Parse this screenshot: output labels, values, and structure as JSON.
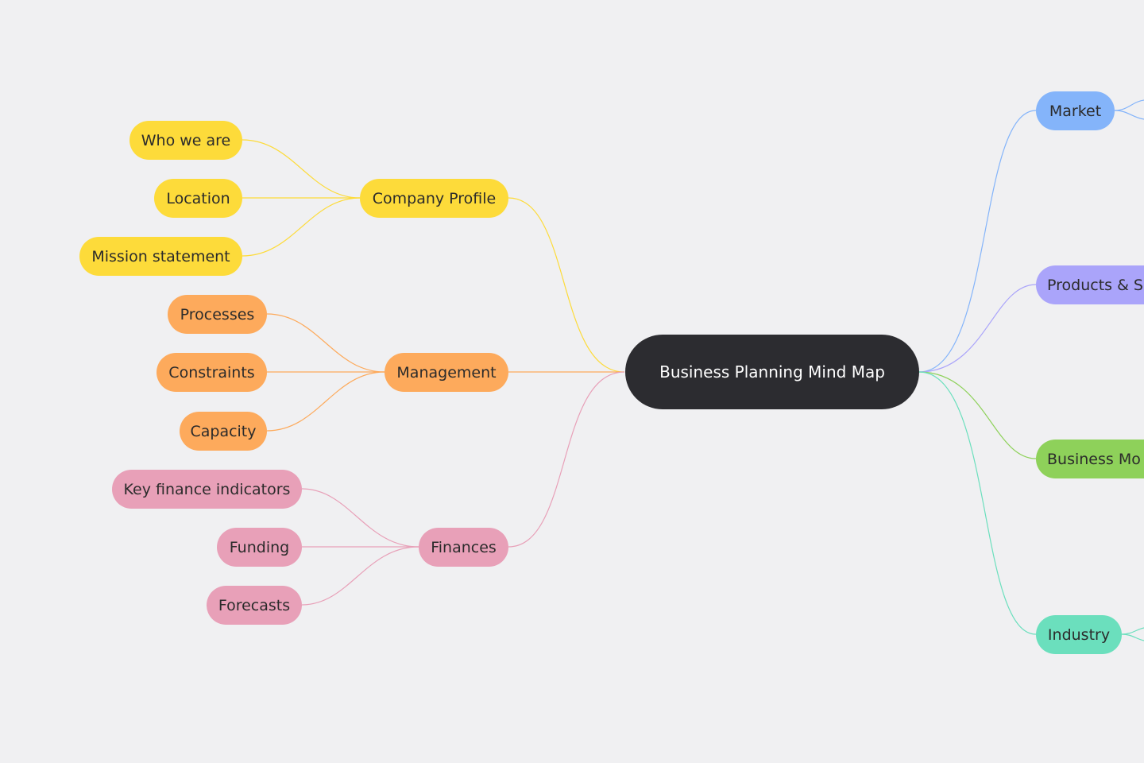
{
  "title": "Business Planning Mind Map",
  "colors": {
    "background": "#f0f0f2",
    "root": "#2c2c30",
    "company_profile": "#fddb3a",
    "management": "#fdaa5c",
    "finances": "#e8a0b8",
    "market": "#84b4fa",
    "products": "#aaa4fa",
    "business_model": "#8ed15a",
    "industry": "#6bdfbd"
  },
  "left_branches": [
    {
      "label": "Company Profile",
      "color": "#fddb3a",
      "children": [
        "Who we are",
        "Location",
        "Mission statement"
      ]
    },
    {
      "label": "Management",
      "color": "#fdaa5c",
      "children": [
        "Processes",
        "Constraints",
        "Capacity"
      ]
    },
    {
      "label": "Finances",
      "color": "#e8a0b8",
      "children": [
        "Key finance indicators",
        "Funding",
        "Forecasts"
      ]
    }
  ],
  "right_branches": [
    {
      "label": "Market",
      "color": "#84b4fa"
    },
    {
      "label": "Products & S",
      "color": "#aaa4fa"
    },
    {
      "label": "Business Mo",
      "color": "#8ed15a"
    },
    {
      "label": "Industry",
      "color": "#6bdfbd"
    }
  ]
}
